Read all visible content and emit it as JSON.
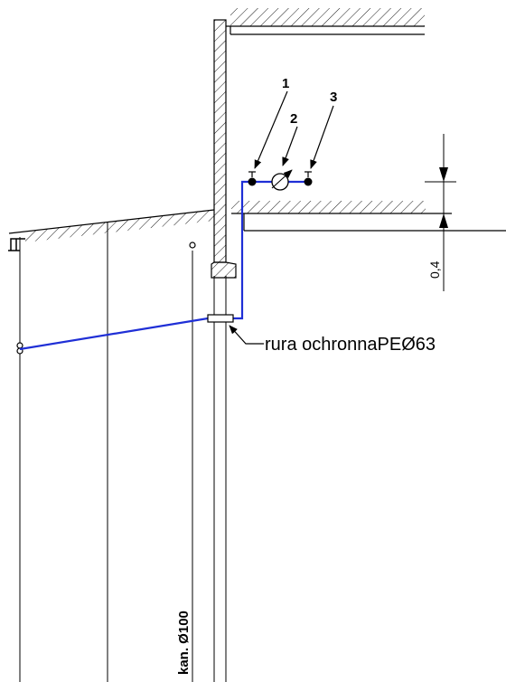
{
  "drawing": {
    "labels": {
      "fitting_1": "1",
      "fitting_2": "2",
      "fitting_3": "3",
      "sleeve_note": "rura ochronnaPEØ63",
      "depth_dimension": "0,4",
      "sewer_label": "kan. Ø100"
    },
    "colors": {
      "water_line": "#1f2fd6",
      "linework": "#000000",
      "background": "#ffffff"
    }
  }
}
